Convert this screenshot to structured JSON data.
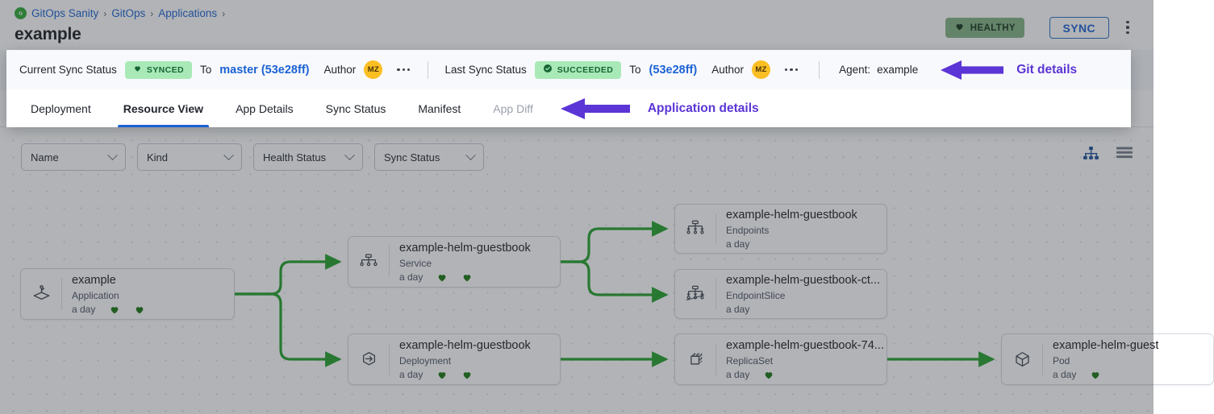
{
  "header": {
    "breadcrumb": [
      {
        "label": "GitOps Sanity",
        "icon": "argo-logo-icon"
      },
      {
        "label": "GitOps"
      },
      {
        "label": "Applications"
      }
    ],
    "separator": "›",
    "title": "example",
    "health_badge": {
      "label": "HEALTHY",
      "icon": "heart-icon",
      "bg": "#84b483",
      "fg": "#14321a"
    },
    "sync_button": {
      "label": "SYNC",
      "color": "#1b62d4"
    },
    "overflow_menu": "kebab-vertical-icon"
  },
  "sync_bar": {
    "current": {
      "label": "Current Sync Status",
      "badge": {
        "label": "SYNCED",
        "icon": "heart-icon",
        "bg": "#a9e9b8",
        "fg": "#166534"
      },
      "to_label": "To",
      "revision": "master (53e28ff)",
      "author_label": "Author",
      "author_initials": "MZ",
      "author_color": "#fbbf24"
    },
    "last": {
      "label": "Last Sync Status",
      "badge": {
        "label": "SUCCEEDED",
        "icon": "check-circle-icon",
        "bg": "#a9e9b8",
        "fg": "#166534"
      },
      "to_label": "To",
      "revision": "(53e28ff)",
      "author_label": "Author",
      "author_initials": "MZ",
      "author_color": "#fbbf24"
    },
    "agent_label": "Agent:",
    "agent_value": "example"
  },
  "annotations": [
    {
      "label": "Git details",
      "color": "#5b35d5",
      "direction": "left"
    },
    {
      "label": "Application details",
      "color": "#5b35d5",
      "direction": "left"
    }
  ],
  "tabs": [
    {
      "label": "Deployment",
      "active": false,
      "disabled": false
    },
    {
      "label": "Resource View",
      "active": true,
      "disabled": false
    },
    {
      "label": "App Details",
      "active": false,
      "disabled": false
    },
    {
      "label": "Sync Status",
      "active": false,
      "disabled": false
    },
    {
      "label": "Manifest",
      "active": false,
      "disabled": false
    },
    {
      "label": "App Diff",
      "active": false,
      "disabled": true
    }
  ],
  "filters": [
    {
      "label": "Name",
      "icon": "chevron-down-icon"
    },
    {
      "label": "Kind",
      "icon": "chevron-down-icon"
    },
    {
      "label": "Health Status",
      "icon": "chevron-down-icon"
    },
    {
      "label": "Sync Status",
      "icon": "chevron-down-icon"
    }
  ],
  "view_toggles": [
    {
      "name": "tree-view-icon",
      "active": true,
      "color": "#1b4f9c"
    },
    {
      "name": "list-view-icon",
      "active": false,
      "color": "#6b7280"
    }
  ],
  "graph": {
    "edge_color": "#22a02a",
    "nodes": [
      {
        "id": "app",
        "title": "example",
        "kind": "Application",
        "age": "a day",
        "icon": "application-icon",
        "hearts": 2
      },
      {
        "id": "svc",
        "title": "example-helm-guestbook",
        "kind": "Service",
        "age": "a day",
        "icon": "service-icon",
        "hearts": 2
      },
      {
        "id": "deploy",
        "title": "example-helm-guestbook",
        "kind": "Deployment",
        "age": "a day",
        "icon": "deployment-icon",
        "hearts": 2
      },
      {
        "id": "ep",
        "title": "example-helm-guestbook",
        "kind": "Endpoints",
        "age": "a day",
        "icon": "endpoints-icon",
        "hearts": 0
      },
      {
        "id": "eps",
        "title": "example-helm-guestbook-ct...",
        "kind": "EndpointSlice",
        "age": "a day",
        "icon": "endpointslice-icon",
        "hearts": 0
      },
      {
        "id": "rs",
        "title": "example-helm-guestbook-74...",
        "kind": "ReplicaSet",
        "age": "a day",
        "icon": "replicaset-icon",
        "hearts": 1
      },
      {
        "id": "pod",
        "title": "example-helm-guest",
        "kind": "Pod",
        "age": "a day",
        "icon": "pod-icon",
        "hearts": 1
      }
    ]
  }
}
